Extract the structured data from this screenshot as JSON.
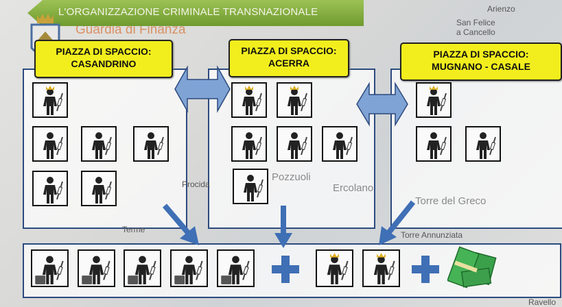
{
  "header": {
    "title": "L'ORGANIZZAZIONE CRIMINALE TRANSNAZIONALE",
    "org": "Guardia di Finanza"
  },
  "map_labels": [
    "Arienzo",
    "San Felice",
    "a Cancello",
    "Ercolano",
    "Torre del Greco",
    "Torre Annunziata",
    "Pozzuoli",
    "Procida",
    "Terme",
    "Ravello"
  ],
  "panels": [
    {
      "label_line1": "PIAZZA DI SPACCIO:",
      "label_line2": "CASANDRINO"
    },
    {
      "label_line1": "PIAZZA DI SPACCIO:",
      "label_line2": "ACERRA"
    },
    {
      "label_line1": "PIAZZA DI SPACCIO:",
      "label_line2": "MUGNANO - CASALE"
    }
  ],
  "colors": {
    "banner": "#7ea83b",
    "tag": "#f2ee1d",
    "arrow": "#3f6fb5",
    "border": "#2c4a7e"
  }
}
